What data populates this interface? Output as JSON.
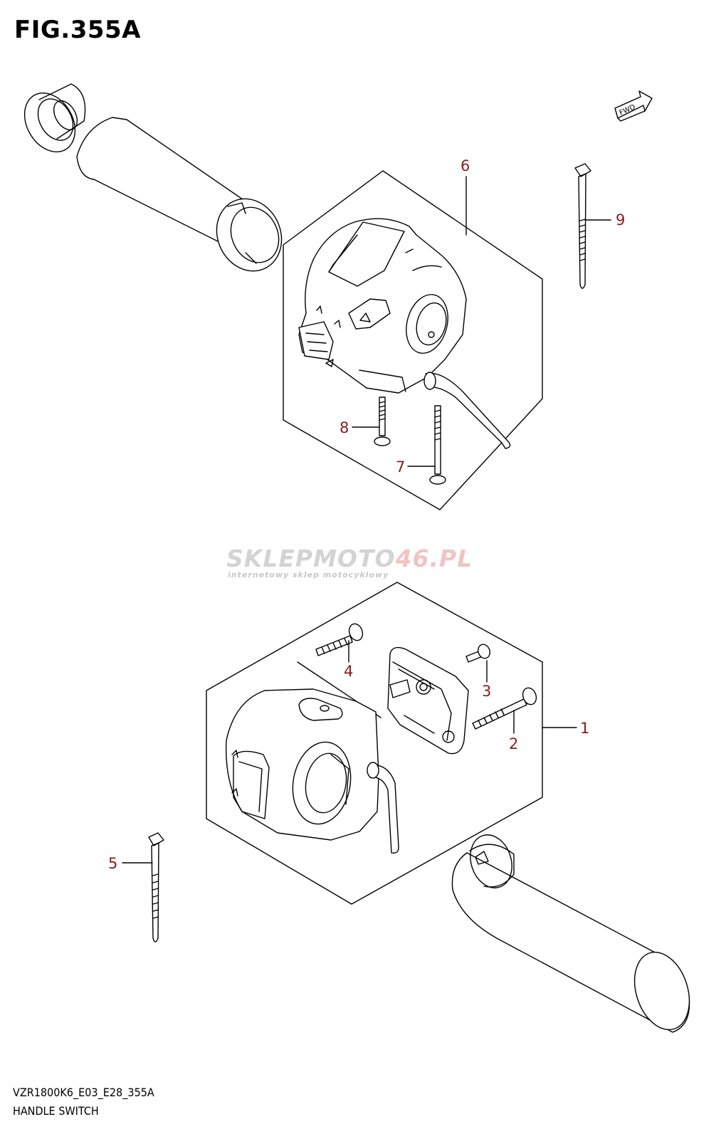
{
  "figure": {
    "title": "FIG.355A",
    "code": "VZR1800K6_E03_E28_355A",
    "name": "HANDLE SWITCH"
  },
  "direction_marker": "FWD",
  "watermark": {
    "brand_part1": "SKLEPMOTO",
    "brand_part2": "46.PL",
    "tagline": "internetowy sklep motocyklowy"
  },
  "callouts": [
    {
      "number": "1"
    },
    {
      "number": "2"
    },
    {
      "number": "3"
    },
    {
      "number": "4"
    },
    {
      "number": "5"
    },
    {
      "number": "6"
    },
    {
      "number": "7"
    },
    {
      "number": "8"
    },
    {
      "number": "9"
    }
  ],
  "colors": {
    "line": "#000000",
    "callout": "#8b1a1a",
    "watermark_gray": "#707070",
    "watermark_red": "#d04040"
  }
}
